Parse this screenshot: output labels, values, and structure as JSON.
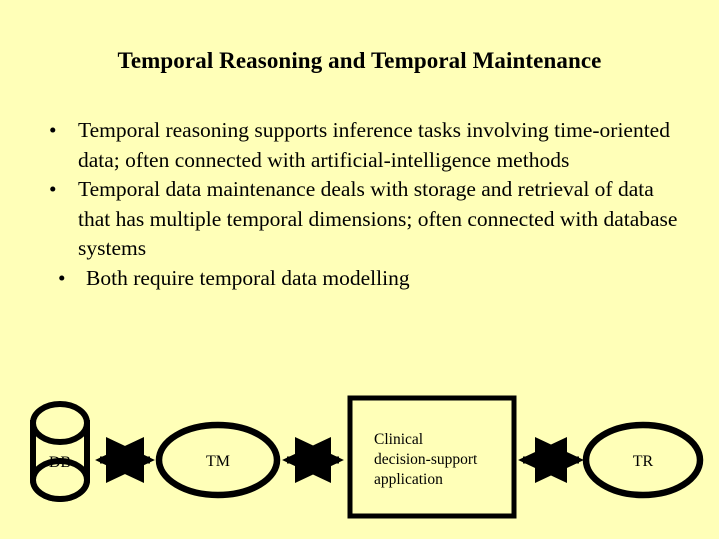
{
  "slide": {
    "title": "Temporal Reasoning and Temporal Maintenance",
    "background_color": "#ffffb8",
    "text_color": "#000000"
  },
  "bullets": [
    {
      "marker": "•",
      "level": 1,
      "text": "Temporal reasoning supports inference tasks involving time-oriented data; often connected with artificial-intelligence methods"
    },
    {
      "marker": "•",
      "level": 1,
      "text": "Temporal data maintenance deals with storage and retrieval of data that has multiple temporal dimensions; often connected with database systems"
    },
    {
      "marker": "•",
      "level": 2,
      "text": "Both require temporal data modelling"
    }
  ],
  "diagram": {
    "stroke_color": "#000000",
    "fill_color": "#ffffb8",
    "nodes": [
      {
        "id": "db",
        "shape": "cylinder",
        "label": "DB"
      },
      {
        "id": "tm",
        "shape": "ellipse",
        "label": "TM"
      },
      {
        "id": "app",
        "shape": "rectangle",
        "label_line_1": "Clinical",
        "label_line_2": "decision-support",
        "label_line_3": "application"
      },
      {
        "id": "tr",
        "shape": "ellipse",
        "label": "TR"
      }
    ],
    "connectors": [
      {
        "id": "db-tm",
        "type": "double-arrow",
        "from": "db",
        "to": "tm"
      },
      {
        "id": "tm-app",
        "type": "double-arrow",
        "from": "tm",
        "to": "app"
      },
      {
        "id": "app-tr",
        "type": "double-arrow",
        "from": "app",
        "to": "tr"
      }
    ]
  }
}
